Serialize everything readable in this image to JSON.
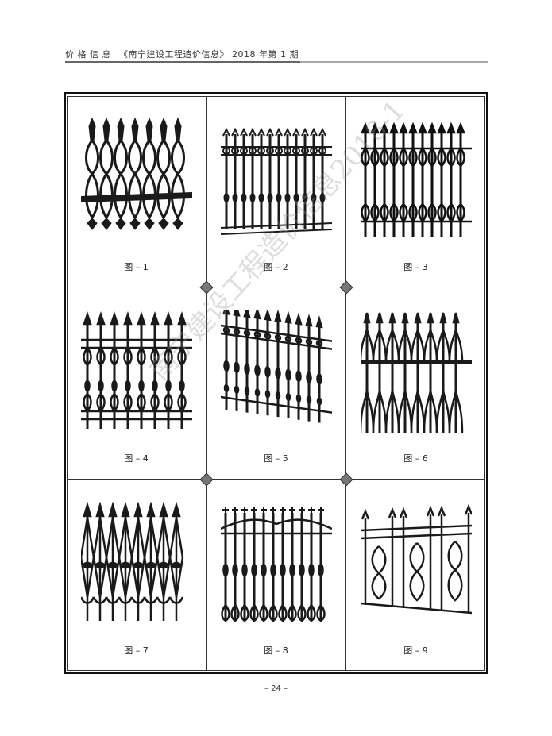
{
  "header": {
    "section": "价 格 信 息",
    "publication": "《南宁建设工程造价信息》 2018 年第 1 期"
  },
  "figures": [
    {
      "caption": "图 – 1",
      "icon": "spear-fence-heart-scroll"
    },
    {
      "caption": "图 – 2",
      "icon": "fleur-fence-ring-band"
    },
    {
      "caption": "图 – 3",
      "icon": "spear-fence-double-scroll"
    },
    {
      "caption": "图 – 4",
      "icon": "spear-fence-top-bottom-scroll"
    },
    {
      "caption": "图 – 5",
      "icon": "angled-fence-ornate"
    },
    {
      "caption": "图 – 6",
      "icon": "pointed-arch-fence"
    },
    {
      "caption": "图 – 7",
      "icon": "diamond-lattice-fence"
    },
    {
      "caption": "图 – 8",
      "icon": "cross-top-arched-fence"
    },
    {
      "caption": "图 – 9",
      "icon": "panel-scroll-gate"
    }
  ],
  "watermark": "南宁建设工程造价信息2018-1",
  "page_number": "– 24 –"
}
